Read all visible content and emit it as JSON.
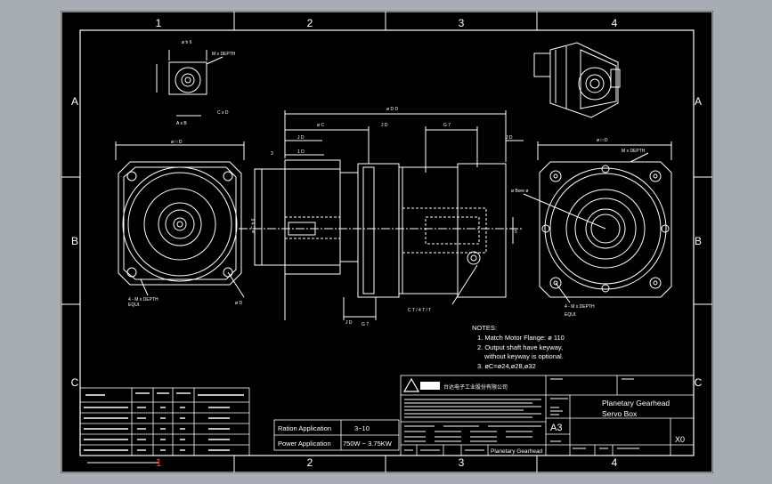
{
  "frame": {
    "columns": [
      "1",
      "2",
      "3",
      "4"
    ],
    "rows": [
      "A",
      "B",
      "C"
    ]
  },
  "notes": {
    "title": "NOTES:",
    "lines": [
      "1. Match Motor Flange: ø 110",
      "2. Output shaft have keyway,",
      "without keyway is optional.",
      "3. øC=ø24,ø28,ø32"
    ]
  },
  "application": {
    "ratio_label": "Ration Application",
    "ratio_value": "3~10",
    "power_label": "Power Application",
    "power_value": "750W ~ 3.75KW"
  },
  "title_block": {
    "product_title_line1": "Planetary Gearhead",
    "product_title_line2": "Servo Box",
    "sheet_size": "A3",
    "revision": "X0",
    "footer_name": "Planetary Gearhead",
    "company_cn": "台达电子工业股份有限公司"
  },
  "colors": {
    "background": "#000000",
    "frame": "#ffffff",
    "pad": "#a8adb3"
  }
}
